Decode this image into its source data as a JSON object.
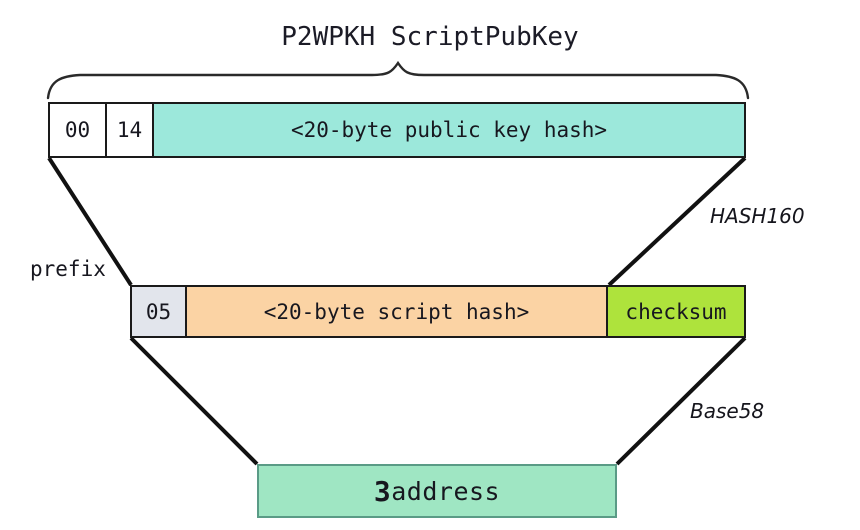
{
  "diagram": {
    "title": "P2WPKH ScriptPubKey",
    "colors": {
      "pubkey_hash_fill": "#9ce8db",
      "script_hash_fill": "#fbd3a4",
      "checksum_fill": "#aee33c",
      "prefix_fill": "#e2e5ec",
      "address_fill": "#9fe6c3",
      "outline": "#1a1a1a",
      "background": "#ffffff"
    },
    "brace": {
      "name": "top-brace",
      "spans_label": "P2WPKH ScriptPubKey"
    },
    "top_bar": {
      "name": "p2wpkh-scriptpubkey-bar",
      "cells": [
        {
          "name": "witness-version-cell",
          "label": "00",
          "fill": "#ffffff"
        },
        {
          "name": "push-bytes-cell",
          "label": "14",
          "fill": "#ffffff"
        },
        {
          "name": "public-key-hash-cell",
          "label": "<20-byte public key hash>",
          "fill": "#9ce8db"
        }
      ]
    },
    "middle_bar": {
      "name": "script-hash-bar",
      "cells": [
        {
          "name": "version-prefix-cell",
          "label": "05",
          "fill": "#e2e5ec"
        },
        {
          "name": "script-hash-cell",
          "label": "<20-byte script hash>",
          "fill": "#fbd3a4"
        },
        {
          "name": "checksum-cell",
          "label": "checksum",
          "fill": "#aee33c"
        }
      ]
    },
    "bottom_bar": {
      "name": "address-bar",
      "address_lead": "3",
      "address_rest": "address",
      "fill": "#9fe6c3"
    },
    "labels": {
      "prefix": "prefix",
      "hash160": "HASH160",
      "base58": "Base58"
    }
  }
}
